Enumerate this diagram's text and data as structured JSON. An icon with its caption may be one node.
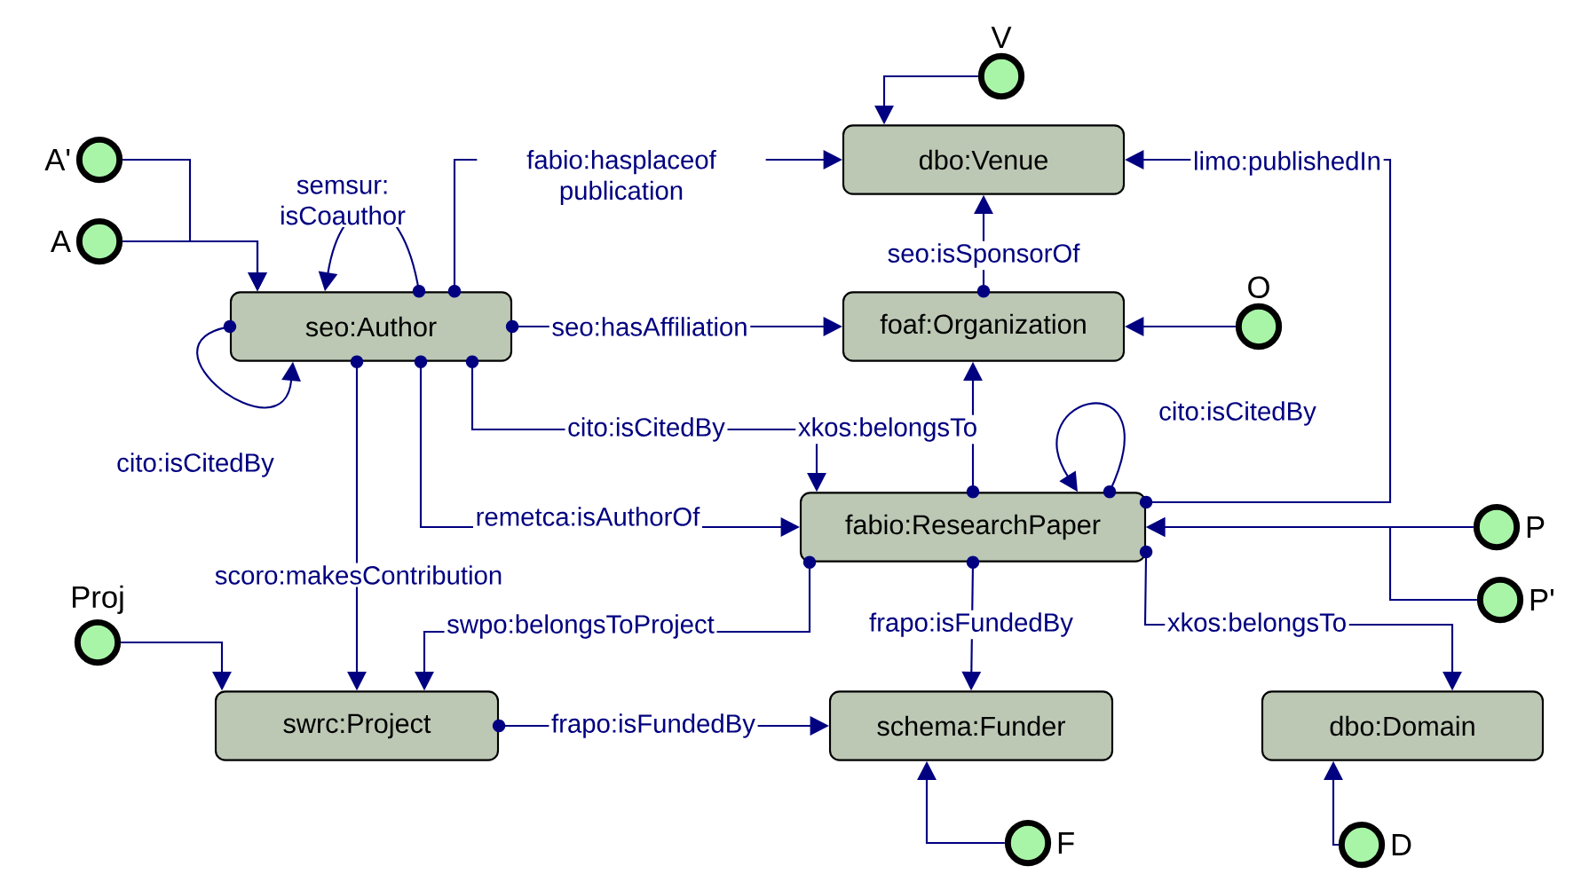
{
  "diagram": {
    "nodes": [
      {
        "text": [
          "seo:Author"
        ]
      },
      {
        "text": [
          "dbo:Venue"
        ]
      },
      {
        "text": [
          "foaf:Organization"
        ]
      },
      {
        "text": [
          "fabio:ResearchPaper"
        ]
      },
      {
        "text": [
          "swrc:Project"
        ]
      },
      {
        "text": [
          "schema:Funder"
        ]
      },
      {
        "text": [
          "dbo:Domain"
        ]
      },
      {
        "text": [
          "A'"
        ]
      },
      {
        "text": [
          "A"
        ]
      },
      {
        "text": [
          "V"
        ]
      },
      {
        "text": [
          "O"
        ]
      },
      {
        "text": [
          "Proj"
        ]
      },
      {
        "text": [
          "P"
        ]
      },
      {
        "text": [
          "P'"
        ]
      },
      {
        "text": [
          "F"
        ]
      },
      {
        "text": [
          "D"
        ]
      }
    ],
    "edges": [
      {
        "from": 7,
        "to": 0,
        "arrow": "to"
      },
      {
        "from": 8,
        "to": 0,
        "arrow": "to"
      },
      {
        "from": 0,
        "to": 0,
        "arrow": "to",
        "label": "semsur: isCoauthor"
      },
      {
        "from": 0,
        "to": 1,
        "arrow": "to",
        "label": "fabio:hasplaceof publication"
      },
      {
        "from": 0,
        "to": 2,
        "arrow": "to",
        "label": "seo:hasAffiliation"
      },
      {
        "from": 0,
        "to": 0,
        "arrow": "to",
        "label": "cito:isCitedBy"
      },
      {
        "from": 0,
        "to": 3,
        "arrow": "to",
        "label": "cito:isCitedBy"
      },
      {
        "from": 0,
        "to": 3,
        "arrow": "to",
        "label": "remetca:isAuthorOf"
      },
      {
        "from": 0,
        "to": 4,
        "arrow": "to",
        "label": "scoro:makesContribution"
      },
      {
        "from": 3,
        "to": 4,
        "arrow": "to",
        "label": "swpo:belongsToProject"
      },
      {
        "from": 4,
        "to": 5,
        "arrow": "to",
        "label": "frapo:isFundedBy"
      },
      {
        "from": 2,
        "to": 1,
        "arrow": "to",
        "label": "seo:isSponsorOf"
      },
      {
        "from": 3,
        "to": 1,
        "arrow": "to",
        "label": "limo:publishedIn"
      },
      {
        "from": 3,
        "to": 2,
        "arrow": "to",
        "label": "xkos:belongsTo"
      },
      {
        "from": 3,
        "to": 3,
        "arrow": "to",
        "label": "cito:isCitedBy"
      },
      {
        "from": 3,
        "to": 5,
        "arrow": "to",
        "label": "frapo:isFundedBy"
      },
      {
        "from": 3,
        "to": 6,
        "arrow": "to",
        "label": "xkos:belongsTo"
      },
      {
        "from": 9,
        "to": 1,
        "arrow": "to"
      },
      {
        "from": 10,
        "to": 2,
        "arrow": "to"
      },
      {
        "from": 11,
        "to": 4,
        "arrow": "to"
      },
      {
        "from": 12,
        "to": 3,
        "arrow": "to"
      },
      {
        "from": 13,
        "to": 3,
        "arrow": "to"
      },
      {
        "from": 14,
        "to": 5,
        "arrow": "to"
      },
      {
        "from": 15,
        "to": 6,
        "arrow": "to"
      }
    ]
  }
}
